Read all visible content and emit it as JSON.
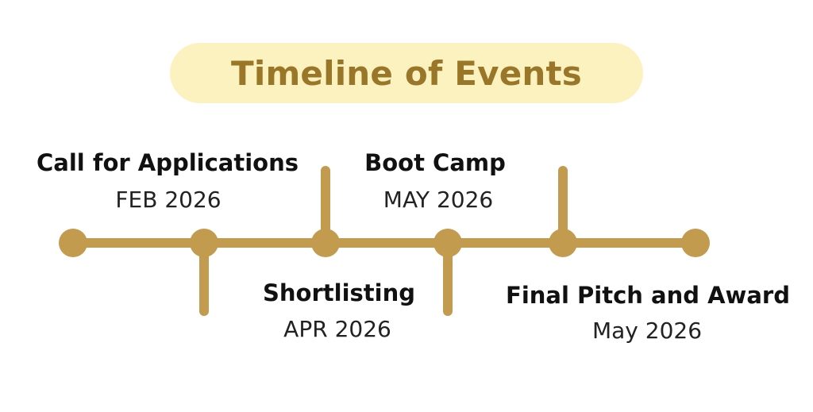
{
  "title": "Timeline of Events",
  "colors": {
    "accent": "#c29b4f",
    "title_pill": "#fbf2bf",
    "title_text": "#9a7628",
    "text": "#111111"
  },
  "events": [
    {
      "title": "Call for Applications",
      "date": "FEB 2026"
    },
    {
      "title": "Shortlisting",
      "date": "APR 2026"
    },
    {
      "title": "Boot Camp",
      "date": "MAY 2026"
    },
    {
      "title": "Final Pitch and Award",
      "date": "May 2026"
    }
  ]
}
